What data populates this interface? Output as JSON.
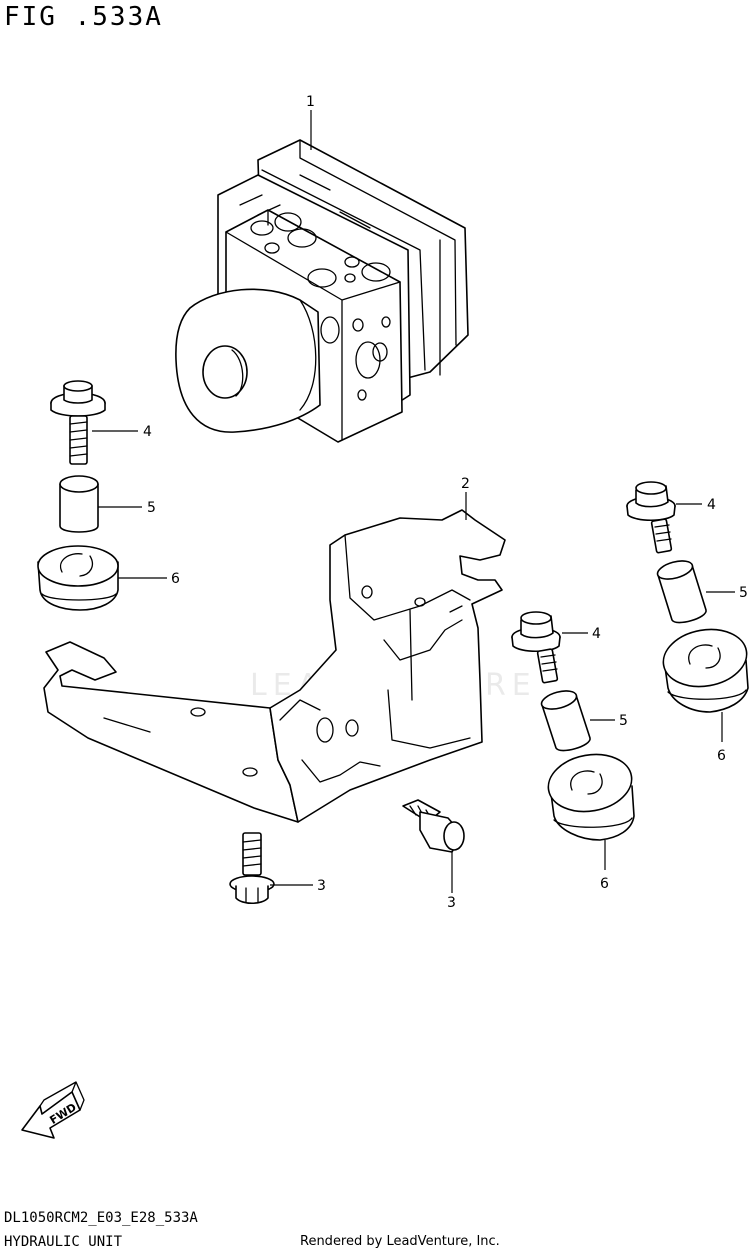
{
  "figure": {
    "title": "FIG .533A",
    "diagram_code": "DL1050RCM2_E03_E28_533A",
    "section_name": "HYDRAULIC UNIT",
    "credit": "Rendered by LeadVenture, Inc.",
    "watermark": "LEADVENTURE"
  },
  "fwd_label": "FWD",
  "callouts": {
    "hydraulic_unit": "1",
    "bracket": "2",
    "bolt_a": "3",
    "bolt_b": "3",
    "bolt_left": "4",
    "bolt_right_top": "4",
    "bolt_right_mid": "4",
    "spacer_left": "5",
    "spacer_right_top": "5",
    "spacer_right_mid": "5",
    "cushion_left": "6",
    "cushion_right_top": "6",
    "cushion_right_bottom": "6"
  }
}
